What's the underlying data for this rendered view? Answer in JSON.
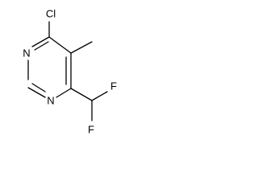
{
  "structure": {
    "atoms": {
      "chlorine": "Cl",
      "ring_nitrogen_1": "N",
      "ring_nitrogen_3": "N",
      "fluorine_1": "F",
      "fluorine_2": "F"
    }
  },
  "colors": {
    "bond": "#000000",
    "label": "#000000",
    "background": "#ffffff"
  }
}
